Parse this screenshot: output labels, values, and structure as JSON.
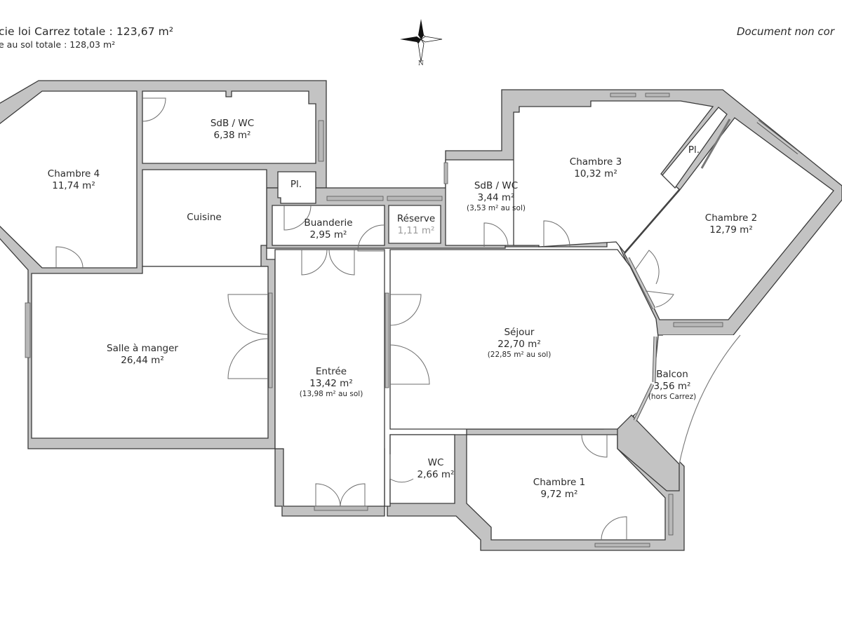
{
  "header": {
    "carrez_total": "cie loi Carrez totale :  123,67 m²",
    "floor_total": "e au sol totale :  128,03 m²",
    "disclaimer": "Document non cor"
  },
  "compass": {
    "label": "N"
  },
  "rooms": {
    "chambre4": {
      "name": "Chambre 4",
      "area": "11,74 m²"
    },
    "sdb1": {
      "name": "SdB / WC",
      "area": "6,38 m²"
    },
    "cuisine": {
      "name": "Cuisine"
    },
    "placard1": {
      "name": "Pl."
    },
    "buanderie": {
      "name": "Buanderie",
      "area": "2,95 m²"
    },
    "reserve": {
      "name": "Réserve",
      "area": "1,11 m²"
    },
    "sdb2": {
      "name": "SdB / WC",
      "area": "3,44 m²",
      "floor": "(3,53 m² au sol)"
    },
    "chambre3": {
      "name": "Chambre 3",
      "area": "10,32 m²"
    },
    "placard2": {
      "name": "Pl."
    },
    "chambre2": {
      "name": "Chambre 2",
      "area": "12,79 m²"
    },
    "salle_a_manger": {
      "name": "Salle à manger",
      "area": "26,44 m²"
    },
    "entree": {
      "name": "Entrée",
      "area": "13,42 m²",
      "floor": "(13,98 m² au sol)"
    },
    "sejour": {
      "name": "Séjour",
      "area": "22,70 m²",
      "floor": "(22,85 m² au sol)"
    },
    "balcon": {
      "name": "Balcon",
      "area": "3,56 m²",
      "floor": "(hors Carrez)"
    },
    "wc": {
      "name": "WC",
      "area": "2,66 m²"
    },
    "chambre1": {
      "name": "Chambre 1",
      "area": "9,72 m²"
    }
  },
  "colors": {
    "wall": "#c3c3c3",
    "outline": "#3a3a3a",
    "door": "#6d6d6d",
    "background": "#ffffff"
  }
}
